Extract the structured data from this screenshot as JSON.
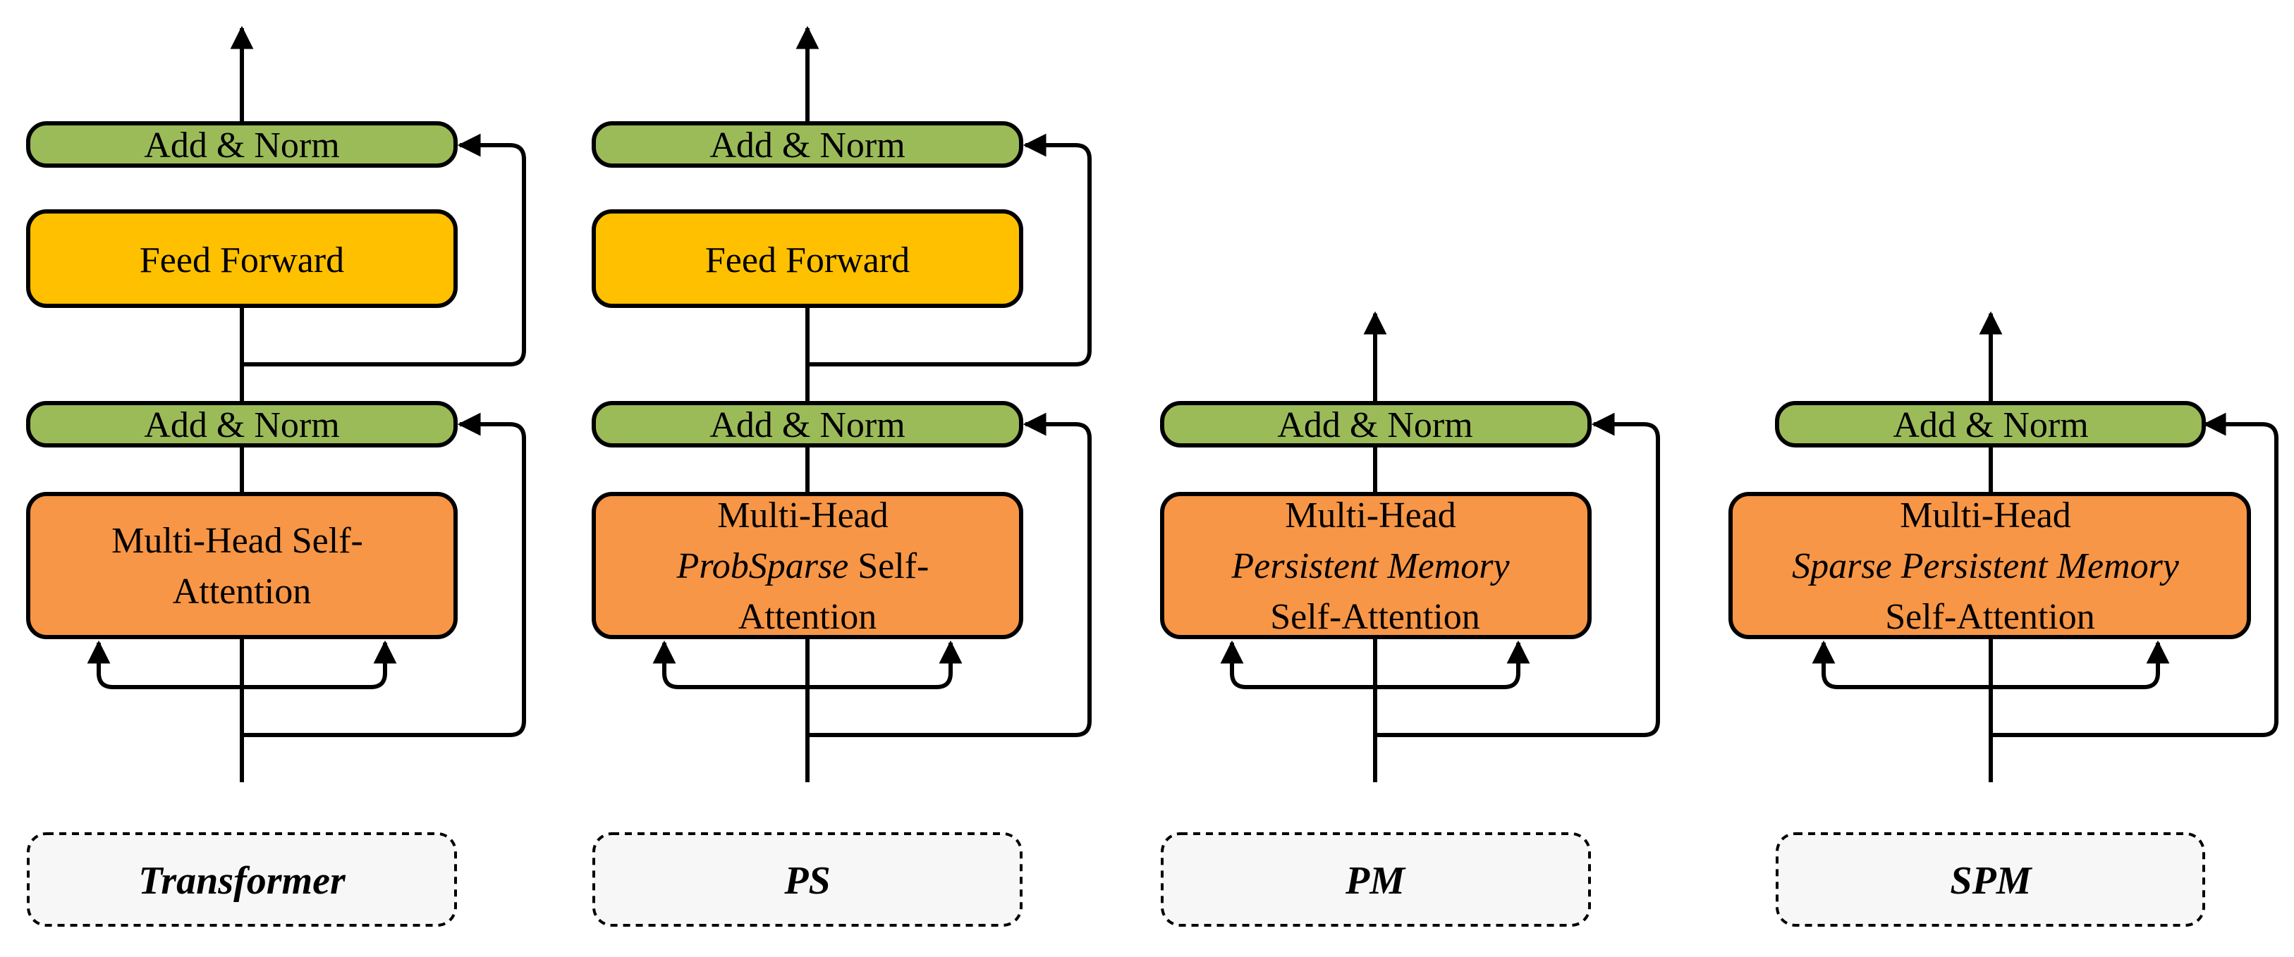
{
  "colors": {
    "norm": "#9BBB59",
    "feed_forward": "#FFC000",
    "attention": "#F79646",
    "label_bg": "#F7F7F7",
    "stroke": "#000000"
  },
  "columns": [
    {
      "id": "transformer",
      "label": "Transformer",
      "add_norm_top": "Add & Norm",
      "feed_forward": "Feed Forward",
      "add_norm_bottom": "Add & Norm",
      "attention_lines": [
        [
          {
            "text": "Multi-Head Self-",
            "italic": false
          }
        ],
        [
          {
            "text": "Attention",
            "italic": false
          }
        ]
      ]
    },
    {
      "id": "ps",
      "label": "PS",
      "add_norm_top": "Add & Norm",
      "feed_forward": "Feed Forward",
      "add_norm_bottom": "Add & Norm",
      "attention_lines": [
        [
          {
            "text": "Multi-Head",
            "italic": false
          }
        ],
        [
          {
            "text": "ProbSparse",
            "italic": true
          },
          {
            "text": " Self-",
            "italic": false
          }
        ],
        [
          {
            "text": "Attention",
            "italic": false
          }
        ]
      ]
    },
    {
      "id": "pm",
      "label": "PM",
      "add_norm_bottom": "Add & Norm",
      "attention_lines": [
        [
          {
            "text": "Multi-Head",
            "italic": false
          }
        ],
        [
          {
            "text": "Persistent Memory",
            "italic": true
          }
        ],
        [
          {
            "text": "Self-Attention",
            "italic": false
          }
        ]
      ]
    },
    {
      "id": "spm",
      "label": "SPM",
      "add_norm_bottom": "Add & Norm",
      "attention_lines": [
        [
          {
            "text": "Multi-Head",
            "italic": false
          }
        ],
        [
          {
            "text": "Sparse Persistent Memory",
            "italic": true
          }
        ],
        [
          {
            "text": "Self-Attention",
            "italic": false
          }
        ]
      ]
    }
  ]
}
